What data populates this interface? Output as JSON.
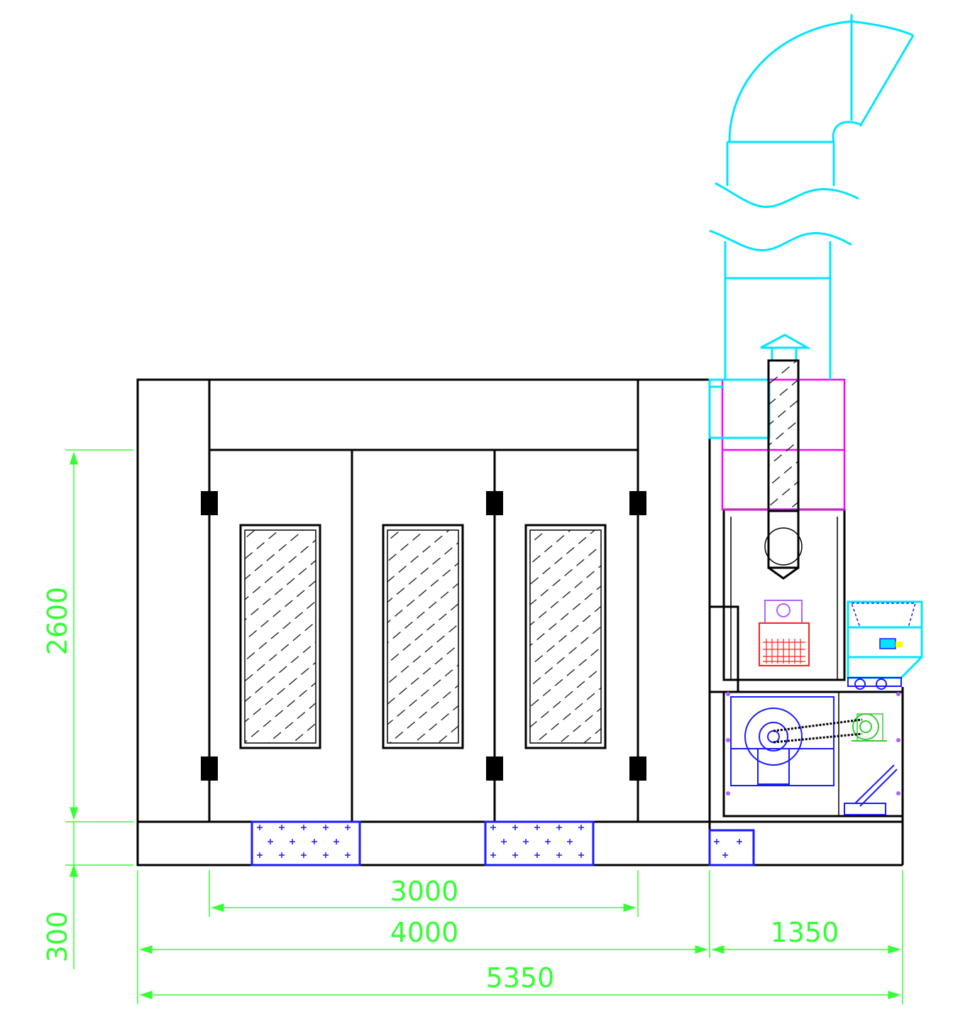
{
  "dimensions": {
    "height_main": "2600",
    "height_base": "300",
    "door_width": "3000",
    "booth_width": "4000",
    "unit_width": "1350",
    "total_width": "5350"
  },
  "colors": {
    "outline": "#000000",
    "dimension": "#33ff33",
    "duct": "#00e5ff",
    "plenum": "#ff00ff",
    "fan": "#1a1aff",
    "burner": "#ff2020",
    "motor": "#33cc33",
    "gearbox": "#b060ff"
  }
}
